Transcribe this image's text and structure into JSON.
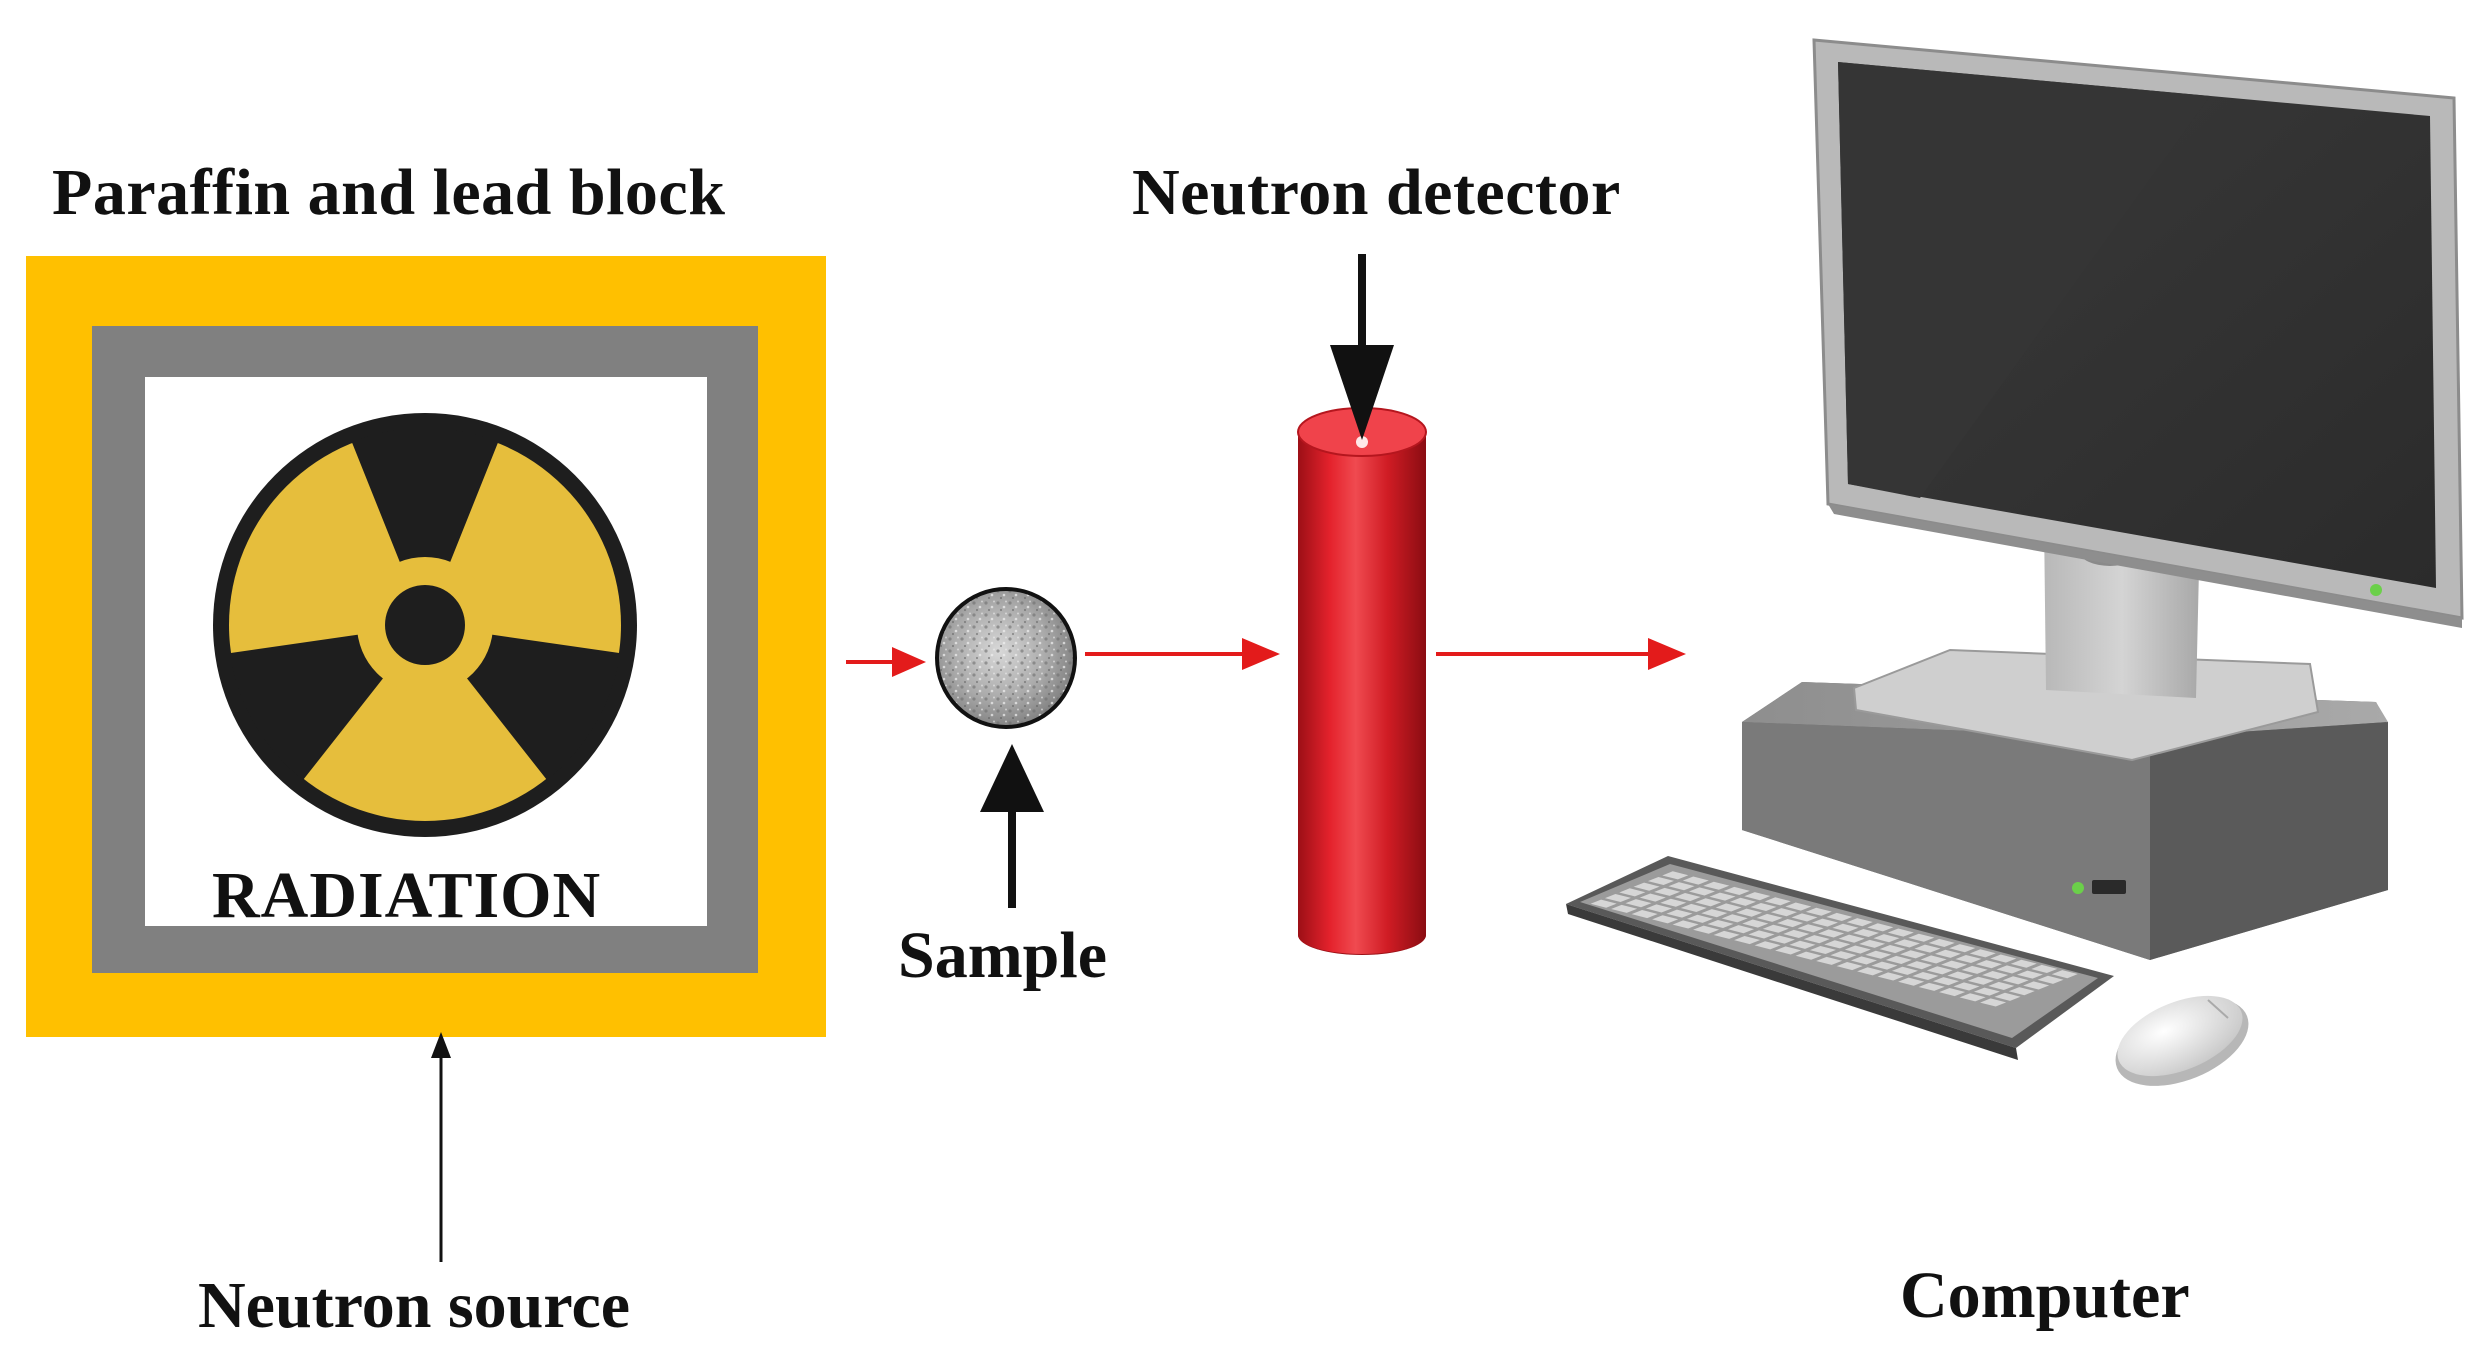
{
  "labels": {
    "paraffin_block": "Paraffin and lead block",
    "radiation": "RADIATION",
    "neutron_source": "Neutron source",
    "sample": "Sample",
    "neutron_detector": "Neutron detector",
    "computer": "Computer"
  },
  "colors": {
    "paraffin_yellow": "#FFC000",
    "lead_gray": "#808080",
    "radiation_yellow": "#E6BE3C",
    "symbol_black": "#1E1E1E",
    "beam_red": "#E31B1B",
    "detector_red": "#D81E26"
  },
  "icons": {
    "radiation_symbol": "radiation-trefoil-icon",
    "sample": "sample-disc-icon",
    "detector": "detector-cylinder-icon",
    "computer": "desktop-computer-icon"
  }
}
